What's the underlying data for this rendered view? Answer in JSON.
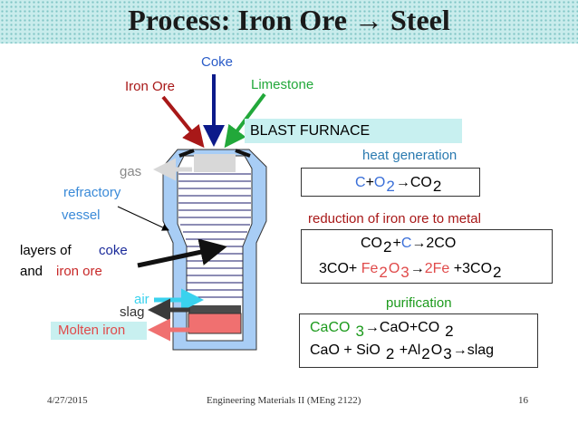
{
  "title": "Process: Iron Ore → Steel",
  "inputs": {
    "coke": "Coke",
    "iron_ore": "Iron Ore",
    "limestone": "Limestone"
  },
  "furnace_label": "BLAST FURNACE",
  "left_labels": {
    "gas": "gas",
    "refractory": "refractory",
    "vessel": "vessel",
    "layers_of": "layers of",
    "coke": "coke",
    "and": "and",
    "iron_ore": "iron ore",
    "air": "air",
    "slag": "slag",
    "molten_iron": "Molten iron"
  },
  "sections": {
    "heat": {
      "title": "heat generation",
      "eq1": {
        "c": "C",
        "plus": "+",
        "o": "O",
        "sub": "2",
        "arrow": "→",
        "co": "CO",
        "sub2": "2"
      }
    },
    "reduction": {
      "title": "reduction of iron ore to metal",
      "eq1": {
        "co": "CO",
        "sub": "2",
        "plus": "+",
        "c": "C",
        "arrow": "→",
        "prod": "2CO"
      },
      "eq2": {
        "lhs": "3CO+ ",
        "fe": "Fe",
        "sub1": "2",
        "o": "O",
        "sub2": "3",
        "arrow": "→",
        "fe2": "2Fe",
        "rhs": " +3CO",
        "sub3": "2"
      }
    },
    "purification": {
      "title": "purification",
      "eq1": {
        "caco": "CaCO",
        "sub": "3",
        "arrow": "→",
        "prod": "CaO+CO",
        "sub2": "2"
      },
      "eq2": {
        "lhs": "CaO + SiO",
        "sub1": "2",
        "plus": " +Al",
        "sub2": "2",
        "o": "O",
        "sub3": "3",
        "arrow": "→",
        "prod": "slag"
      }
    }
  },
  "footer": {
    "date": "4/27/2015",
    "course": "Engineering Materials II (MEng 2122)",
    "page": "16"
  },
  "colors": {
    "vessel_blue": "#a8cdf5",
    "arrow_red": "#a81818",
    "arrow_navy": "#0c1a8a",
    "arrow_green": "#22a83a",
    "air_cyan": "#3ad2ee",
    "molten_red": "#f07070",
    "label_cyan_bg": "#c8f0f0"
  }
}
